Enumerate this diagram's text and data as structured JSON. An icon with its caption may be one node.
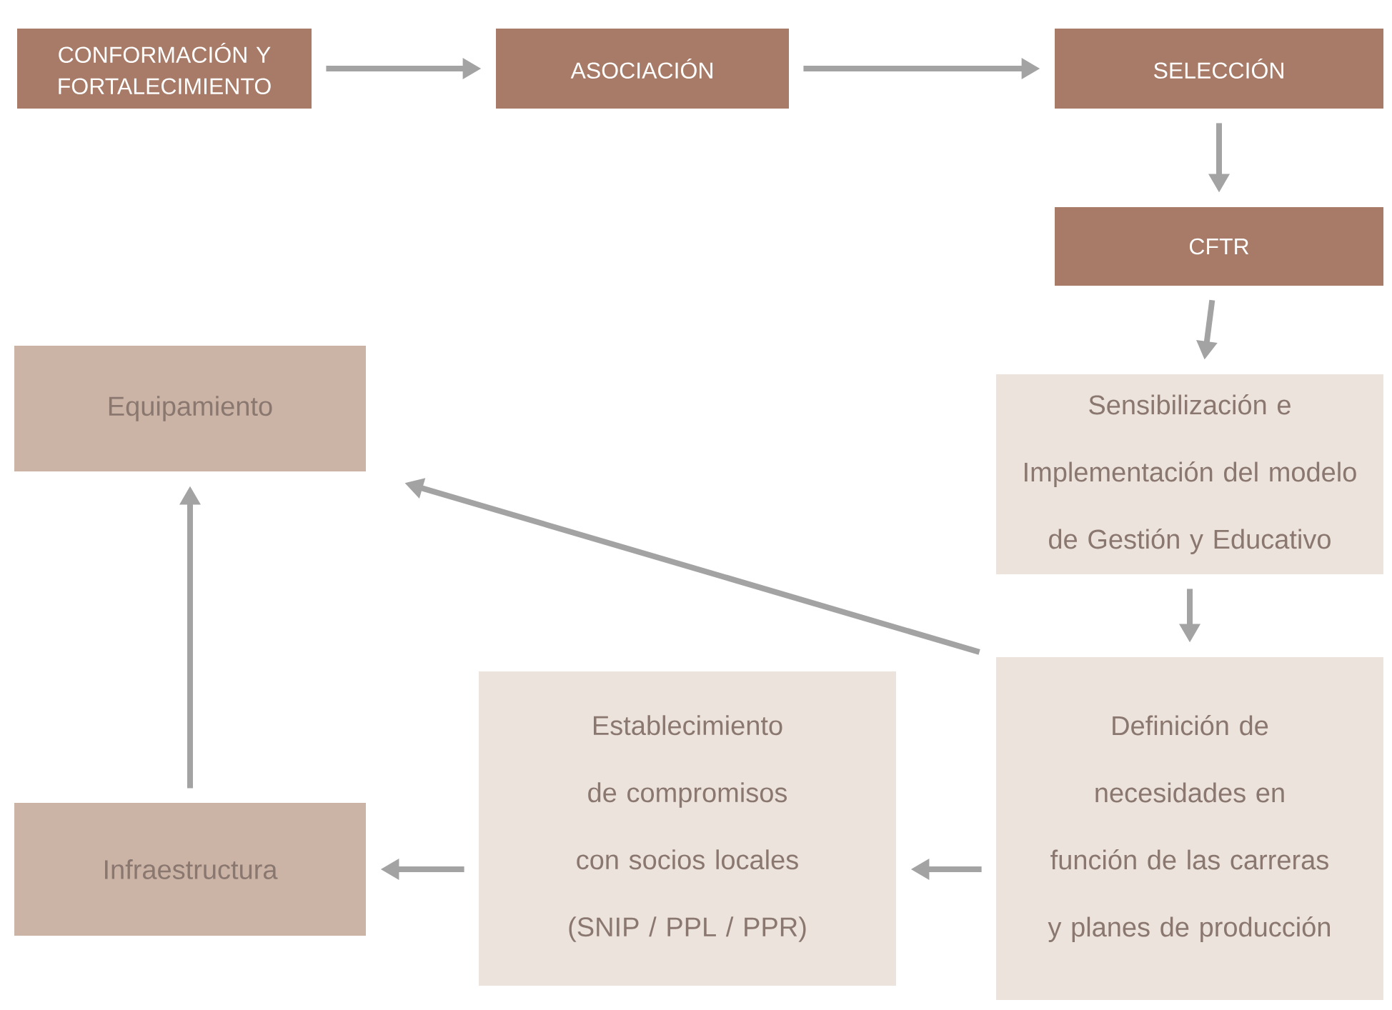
{
  "diagram": {
    "nodes": [
      {
        "text": [
          "CONFORMACIÓN Y FORTALECIMIENTO"
        ]
      },
      {
        "text": [
          "ASOCIACIÓN"
        ]
      },
      {
        "text": [
          "SELECCIÓN"
        ]
      },
      {
        "text": [
          "CFTR"
        ]
      },
      {
        "text": [
          "Equipamiento"
        ]
      },
      {
        "text": [
          "Sensibilización e Implementación del modelo de Gestión y Educativo"
        ]
      },
      {
        "text": [
          "Definición de necesidades en función de las carreras y planes de producción"
        ]
      },
      {
        "text": [
          "Establecimiento de compromisos con socios locales (SNIP / PPL / PPR)"
        ]
      },
      {
        "text": [
          "Infraestructura"
        ]
      }
    ],
    "edges": [
      {
        "from": 0,
        "to": 1,
        "arrow": "to"
      },
      {
        "from": 1,
        "to": 2,
        "arrow": "to"
      },
      {
        "from": 2,
        "to": 3,
        "arrow": "to"
      },
      {
        "from": 3,
        "to": 5,
        "arrow": "to"
      },
      {
        "from": 5,
        "to": 6,
        "arrow": "to"
      },
      {
        "from": 6,
        "to": 7,
        "arrow": "to"
      },
      {
        "from": 7,
        "to": 8,
        "arrow": "to"
      },
      {
        "from": 8,
        "to": 4,
        "arrow": "to"
      },
      {
        "from": 6,
        "to": 4,
        "arrow": "to"
      }
    ]
  }
}
